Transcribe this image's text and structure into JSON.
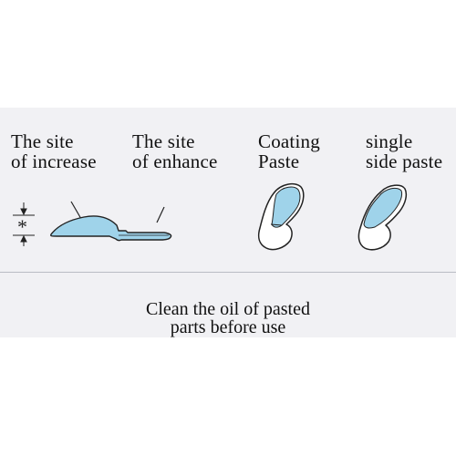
{
  "labels": {
    "site_increase": "The site\nof increase",
    "site_enhance": "The site\nof enhance",
    "coating_paste": "Coating\nPaste",
    "single_side_paste": "single\nside paste"
  },
  "thickness_marker": "*",
  "caption": "Clean the oil of pasted\nparts before use",
  "colors": {
    "panel": "#f1f1f4",
    "fill": "#9fd3ea",
    "outline": "#222222",
    "divider": "#b9bcc4"
  }
}
